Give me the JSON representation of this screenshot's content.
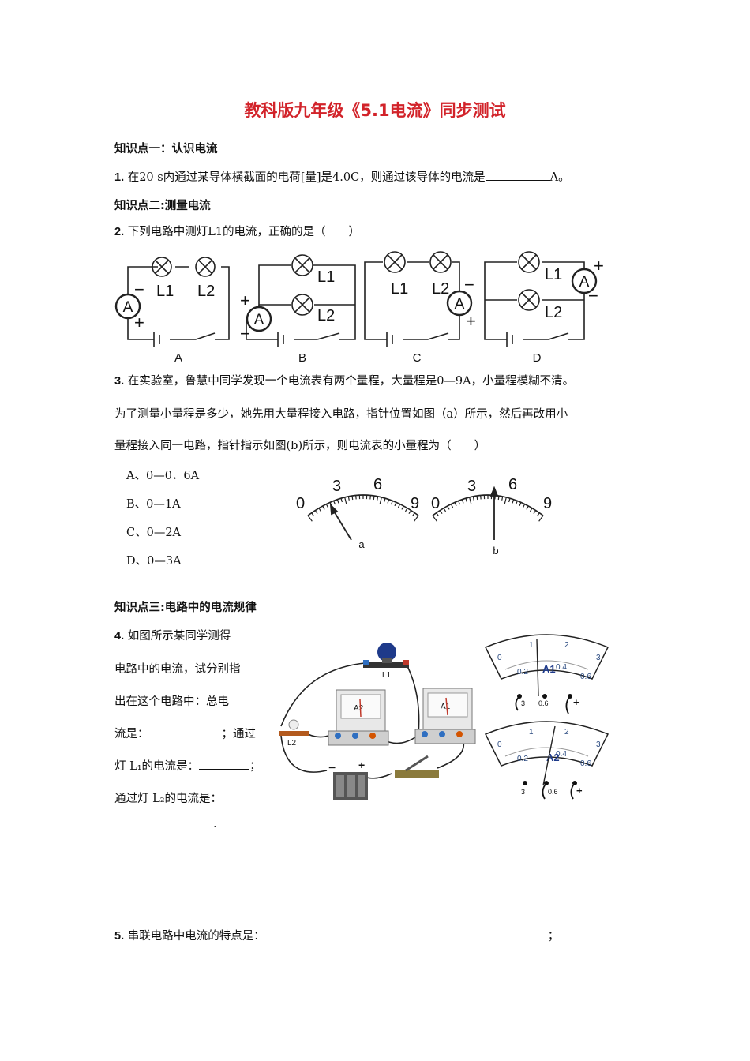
{
  "title": "教科版九年级《5.1电流》同步测试",
  "section1": "知识点一：认识电流",
  "q1": {
    "num": "1.",
    "text": "在20 s内通过某导体横截面的电荷[量]是4.0C，则通过该导体的电流是",
    "unit": "A。"
  },
  "section2": "知识点二:测量电流",
  "q2": {
    "num": "2.",
    "text": "下列电路中测灯L1的电流，正确的是（　　）",
    "labels": {
      "a": "A",
      "b": "B",
      "c": "C",
      "d": "D",
      "l1": "L1",
      "l2": "L2",
      "meter": "A",
      "plus": "+",
      "minus": "−"
    }
  },
  "q3": {
    "num": "3.",
    "line1": "在实验室，鲁慧中同学发现一个电流表有两个量程，大量程是0—9A，小量程模糊不清。",
    "line2": "为了测量小量程是多少，她先用大量程接入电路，指针位置如图（a）所示，然后再改用小",
    "line3": "量程接入同一电路，指针指示如图(b)所示，则电流表的小量程为（　　）",
    "options": [
      "A、0—0．6A",
      "B、0—1A",
      "C、0—2A",
      "D、0—3A"
    ],
    "dial_ticks": [
      "0",
      "3",
      "6",
      "9"
    ],
    "dial_a": "a",
    "dial_b": "b"
  },
  "section3": "知识点三:电路中的电流规律",
  "q4": {
    "num": "4.",
    "line1": "如图所示某同学测得",
    "line2": "电路中的电流，试分别指",
    "line3": "出在这个电路中：总电",
    "line4a": "流是：",
    "line4b": "；通过",
    "line5a": "灯 L₁的电流是：",
    "line5b": "；",
    "line6": "通过灯 L₂的电流是：",
    "line7end": ".",
    "fig": {
      "l1": "L1",
      "l2": "L2",
      "a1": "A1",
      "a2": "A2",
      "plus": "+",
      "minus": "−",
      "t3": "3",
      "t06": "0.6",
      "tplus": "+",
      "scale": [
        "0",
        "1",
        "2",
        "3"
      ],
      "sub": [
        "0.2",
        "0.4",
        "0.6"
      ]
    }
  },
  "q5": {
    "num": "5.",
    "text": "串联电路中电流的特点是：",
    "end": "；"
  }
}
